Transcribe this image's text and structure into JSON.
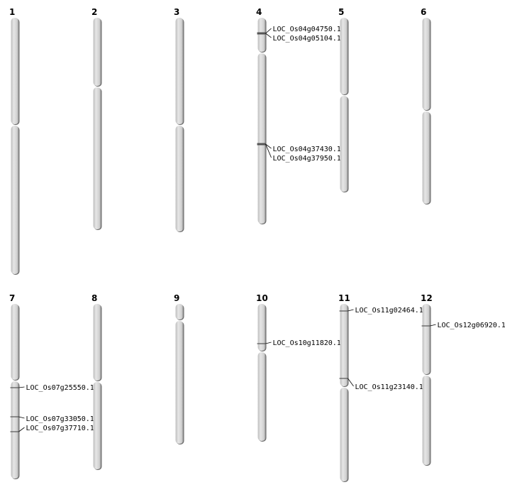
{
  "chromosomes": [
    {
      "name": "1",
      "genes": []
    },
    {
      "name": "2",
      "genes": []
    },
    {
      "name": "3",
      "genes": []
    },
    {
      "name": "4",
      "genes": [
        "LOC_Os04g04750.1",
        "LOC_Os04g05104.1",
        "LOC_Os04g37430.1",
        "LOC_Os04g37950.1"
      ]
    },
    {
      "name": "5",
      "genes": []
    },
    {
      "name": "6",
      "genes": []
    },
    {
      "name": "7",
      "genes": [
        "LOC_Os07g25550.1",
        "LOC_Os07g33050.1",
        "LOC_Os07g37710.1"
      ]
    },
    {
      "name": "8",
      "genes": []
    },
    {
      "name": "9",
      "genes": []
    },
    {
      "name": "10",
      "genes": [
        "LOC_Os10g11820.1"
      ]
    },
    {
      "name": "11",
      "genes": [
        "LOC_Os11g02464.1",
        "LOC_Os11g23140.1"
      ]
    },
    {
      "name": "12",
      "genes": [
        "LOC_Os12g06920.1"
      ]
    }
  ],
  "colors": {
    "chromosome_fill": "#d4d4d4",
    "chromosome_shadow": "#6e6e6e",
    "marker": "#555555"
  }
}
